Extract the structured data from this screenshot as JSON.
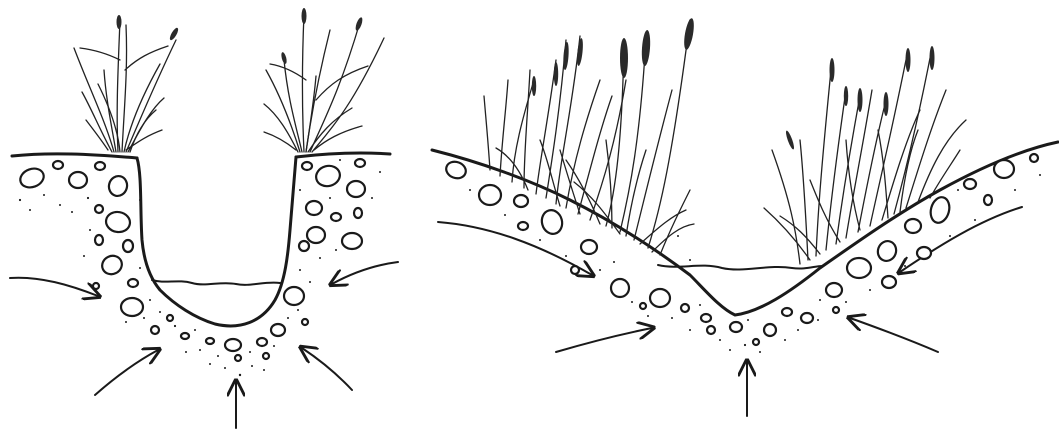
{
  "panels": [
    {
      "id": "narrow-ditch",
      "pebble_count": 34,
      "reed_clumps": 2,
      "flow_arrows": 5
    },
    {
      "id": "wide-swale",
      "pebble_count": 30,
      "reed_clumps": 2,
      "flow_arrows": 5
    }
  ],
  "colors": {
    "ink": "#1a1a1a",
    "background": "#ffffff"
  }
}
